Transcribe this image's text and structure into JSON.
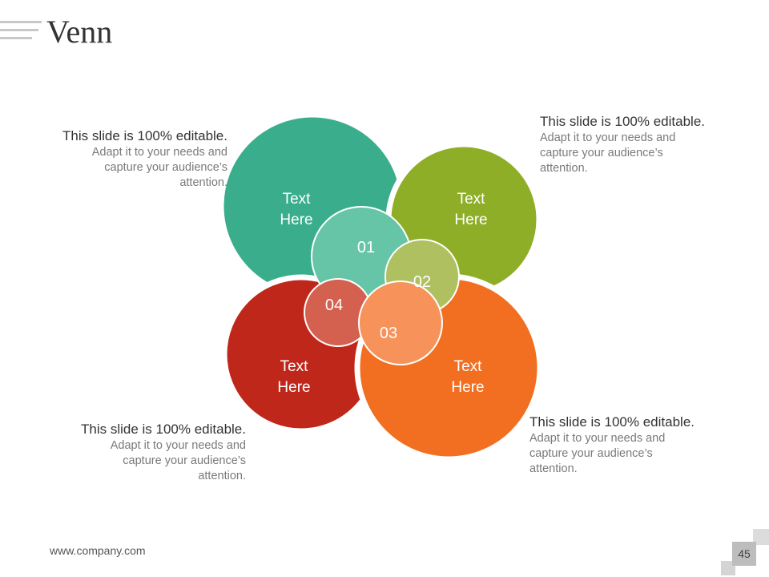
{
  "slide": {
    "title": "Venn",
    "footer_url": "www.company.com",
    "page_number": "45"
  },
  "circles": [
    {
      "label_line1": "Text",
      "label_line2": "Here",
      "color": "#3AAE8C"
    },
    {
      "label_line1": "Text",
      "label_line2": "Here",
      "color": "#8FAE28"
    },
    {
      "label_line1": "Text",
      "label_line2": "Here",
      "color": "#F26F21"
    },
    {
      "label_line1": "Text",
      "label_line2": "Here",
      "color": "#C0271B"
    }
  ],
  "overlaps": [
    {
      "label": "01",
      "color": "#66C5A7"
    },
    {
      "label": "02",
      "color": "#AFC060"
    },
    {
      "label": "03",
      "color": "#F7935A"
    },
    {
      "label": "04",
      "color": "#D4604F"
    }
  ],
  "text_blocks": {
    "top_left": {
      "heading": "This slide is 100% editable.",
      "line1": "Adapt it to your needs and",
      "line2": "capture your audience’s",
      "line3": "attention."
    },
    "top_right": {
      "heading": "This slide is 100% editable.",
      "line1": "Adapt it to your needs and",
      "line2": "capture your audience’s",
      "line3": "attention."
    },
    "bottom_left": {
      "heading": "This slide is 100% editable.",
      "line1": "Adapt it to your needs and",
      "line2": "capture your audience’s",
      "line3": "attention."
    },
    "bottom_right": {
      "heading": "This slide is 100% editable.",
      "line1": "Adapt it to your needs and",
      "line2": "capture your audience’s",
      "line3": "attention."
    }
  }
}
